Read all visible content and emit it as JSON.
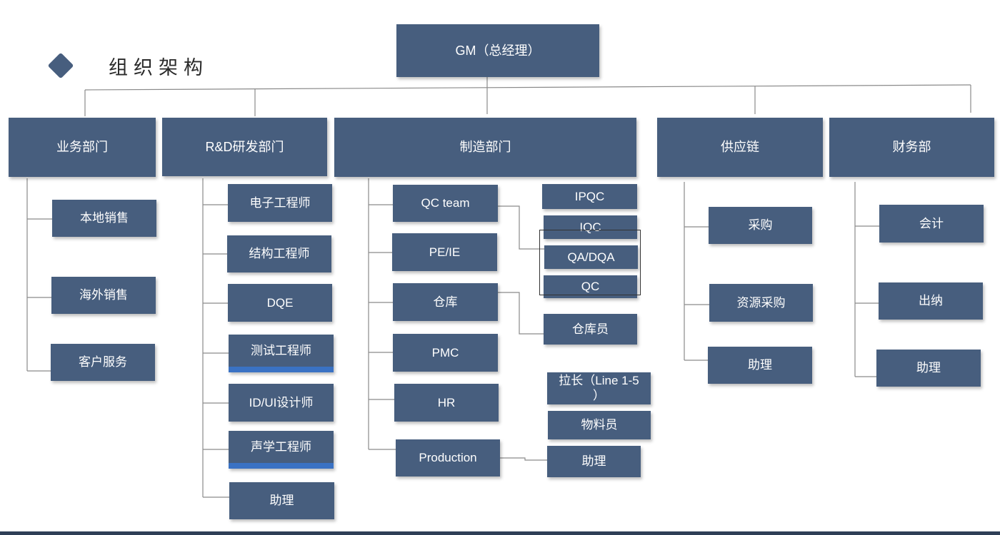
{
  "title": "组织架构",
  "gm": "GM（总经理）",
  "departments": {
    "sales": {
      "label": "业务部门",
      "items": [
        "本地销售",
        "海外销售",
        "客户服务"
      ]
    },
    "rd": {
      "label": "R&D研发部门",
      "items": [
        "电子工程师",
        "结构工程师",
        "DQE",
        "测试工程师",
        "ID/UI设计师",
        "声学工程师",
        "助理"
      ]
    },
    "mfg": {
      "label": "制造部门",
      "items": [
        "QC team",
        "PE/IE",
        "仓库",
        "PMC",
        "HR",
        "Production"
      ],
      "qc_sub": [
        "IPQC",
        "IQC",
        "QA/DQA",
        "QC"
      ],
      "warehouse_sub": [
        "仓库员"
      ],
      "production_sub": [
        "拉长（Line 1-5\n）",
        "物料员",
        "助理"
      ]
    },
    "supply": {
      "label": "供应链",
      "items": [
        "采购",
        "资源采购",
        "助理"
      ]
    },
    "finance": {
      "label": "财务部",
      "items": [
        "会计",
        "出纳",
        "助理"
      ]
    }
  },
  "colors": {
    "box_fill": "#475e7e",
    "box_text": "#ffffff",
    "accent_bar": "#3a72c4",
    "connector": "#8a8a8a"
  },
  "icons": {
    "title_marker": "diamond-icon"
  }
}
